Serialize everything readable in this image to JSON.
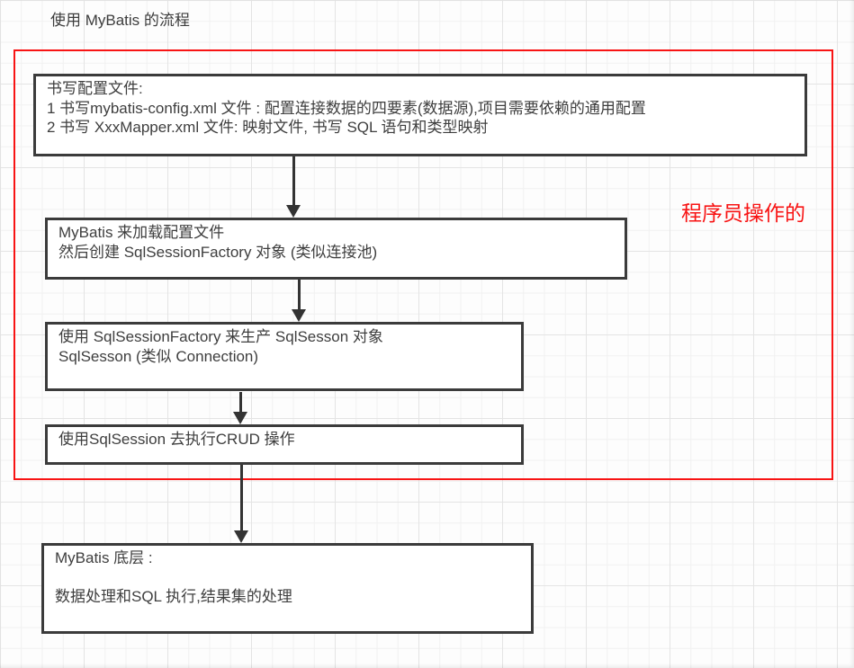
{
  "canvas": {
    "title": "使用 MyBatis 的流程"
  },
  "annotation": {
    "label": "程序员操作的"
  },
  "colors": {
    "accent_red": "#f81414",
    "node_border": "#3b3b3b",
    "arrow": "#333333",
    "text": "#3e3e3e",
    "grid_line": "#f1f1f1"
  },
  "nodes": [
    {
      "id": "write-config-files",
      "lines": [
        "书写配置文件:",
        "1 书写mybatis-config.xml 文件 : 配置连接数据的四要素(数据源),项目需要依赖的通用配置",
        "2 书写 XxxMapper.xml 文件: 映射文件, 书写 SQL 语句和类型映射"
      ]
    },
    {
      "id": "load-config",
      "lines": [
        "MyBatis 来加载配置文件",
        "然后创建 SqlSessionFactory 对象 (类似连接池)"
      ]
    },
    {
      "id": "produce-sqlsession",
      "lines": [
        "使用 SqlSessionFactory 来生产 SqlSesson 对象",
        "SqlSesson (类似 Connection)"
      ]
    },
    {
      "id": "execute-crud",
      "lines": [
        "使用SqlSession 去执行CRUD 操作"
      ]
    },
    {
      "id": "mybatis-internals",
      "lines": [
        "MyBatis 底层 :",
        "数据处理和SQL 执行,结果集的处理"
      ]
    }
  ]
}
